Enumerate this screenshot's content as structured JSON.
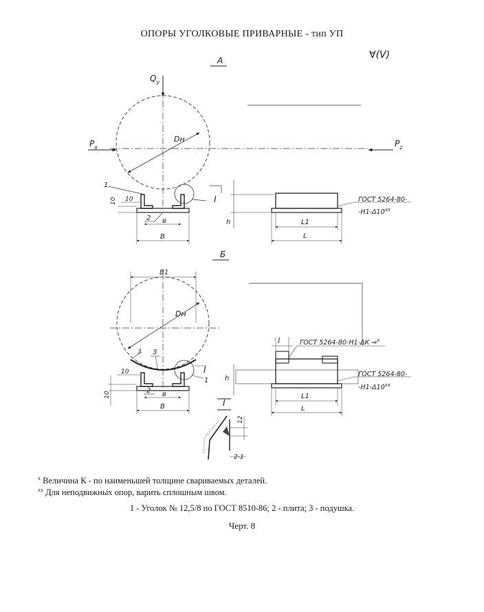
{
  "title": "ОПОРЫ УГОЛКОВЫЕ ПРИВАРНЫЕ - тип УП",
  "drawing": {
    "weld_mark": "∀(V)",
    "view_a": "А",
    "view_b": "Б",
    "detail_mark": "I",
    "load_q": "Q",
    "load_q_sub": "y",
    "load_px": "P",
    "load_px_sub": "x",
    "load_pz": "P",
    "load_pz_sub": "z",
    "dia": "Dн",
    "dim_b_small": "в",
    "dim_b_big": "В",
    "dim_b1": "В1",
    "dim_h": "h",
    "dim_10": "10",
    "dim_3": "3",
    "dim_l": "L",
    "dim_l1": "L1",
    "dim_l_small": "l",
    "dim_12": "12",
    "dim_2_1": "2-1",
    "pos_1": "1",
    "pos_2": "2",
    "pos_3": "3",
    "weld_std_line1": "ГОСТ 5264-80-",
    "weld_std_line2": "-Н1-Δ10",
    "weld_std_sup": "xx",
    "weld_k_text": "ГОСТ 5264-80-Н1-ΔК",
    "weld_k_sup": "x"
  },
  "notes": [
    {
      "mark": "x",
      "text": "Величина К - по наименьшей толщине свариваемых деталей."
    },
    {
      "mark": "xx",
      "text": "Для неподвижных опор, варить сплошным швом."
    }
  ],
  "legend": "1 - Уголок № 12,5/8 по ГОСТ 8510-86; 2 - плита; 3 - подушка.",
  "caption": "Черт. 8"
}
